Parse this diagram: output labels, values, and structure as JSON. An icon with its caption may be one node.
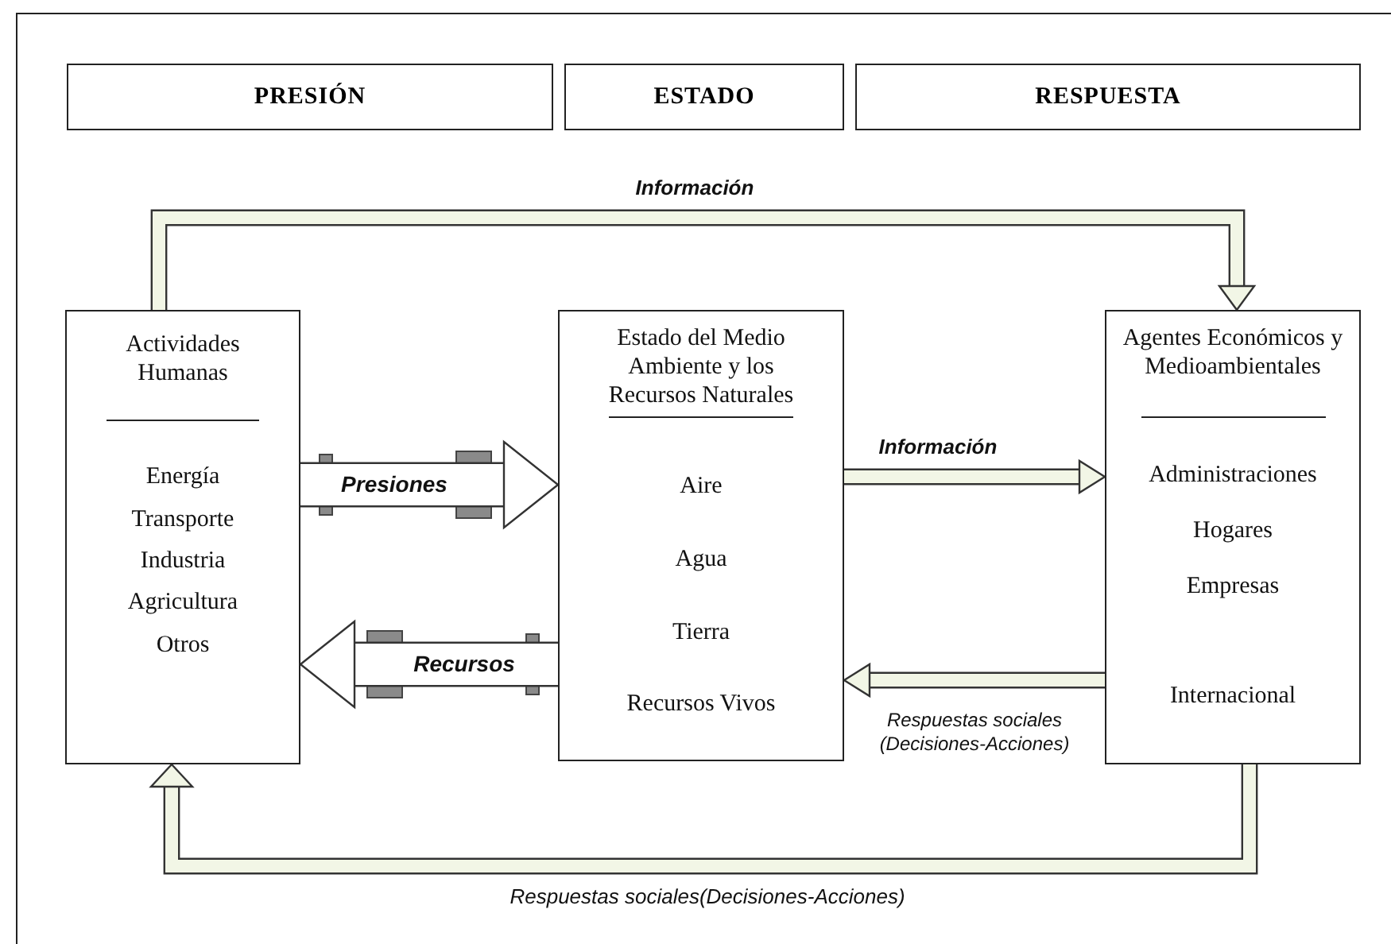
{
  "diagram": {
    "nodes": [
      {
        "text": [
          "PRESIÓN"
        ]
      },
      {
        "text": [
          "ESTADO"
        ]
      },
      {
        "text": [
          "RESPUESTA"
        ]
      },
      {
        "text": [
          "Actividades Humanas",
          "Energía",
          "Transporte",
          "Industria",
          "Agricultura",
          "Otros"
        ]
      },
      {
        "text": [
          "Estado del Medio Ambiente y los Recursos Naturales",
          "Aire",
          "Agua",
          "Tierra",
          "Recursos Vivos"
        ]
      },
      {
        "text": [
          "Agentes Económicos y Medioambientales",
          "Administraciones",
          "Hogares",
          "Empresas",
          "Internacional"
        ]
      }
    ],
    "edges": [
      {
        "from": 3,
        "to": 5,
        "arrow": "to",
        "label": "Información"
      },
      {
        "from": 3,
        "to": 4,
        "arrow": "to",
        "label": "Presiones",
        "style": "thick"
      },
      {
        "from": 4,
        "to": 3,
        "arrow": "to",
        "label": "Recursos",
        "style": "thick"
      },
      {
        "from": 4,
        "to": 5,
        "arrow": "to",
        "label": "Información"
      },
      {
        "from": 5,
        "to": 4,
        "arrow": "to",
        "label": "Respuestas sociales (Decisiones-Acciones)"
      },
      {
        "from": 5,
        "to": 3,
        "arrow": "to",
        "label": "Respuestas sociales(Decisiones-Acciones)"
      }
    ]
  }
}
